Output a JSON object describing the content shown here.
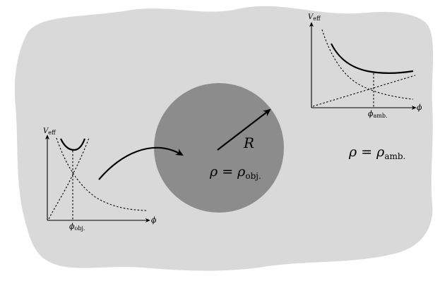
{
  "colors": {
    "ambient_region": "#d9d9d9",
    "object_disk": "#8c8c8c",
    "ink": "#000000"
  },
  "left_plot": {
    "y_axis_main": "V",
    "y_axis_sub": "eff",
    "x_axis_label": "ϕ",
    "marker_main": "ϕ",
    "marker_sub": "obj."
  },
  "right_plot": {
    "y_axis_main": "V",
    "y_axis_sub": "eff",
    "x_axis_label": "ϕ",
    "marker_main": "ϕ",
    "marker_sub": "amb."
  },
  "object": {
    "radius_label": "R",
    "density_main": "ρ = ρ",
    "density_sub": "obj."
  },
  "ambient": {
    "density_main": "ρ = ρ",
    "density_sub": "amb."
  }
}
